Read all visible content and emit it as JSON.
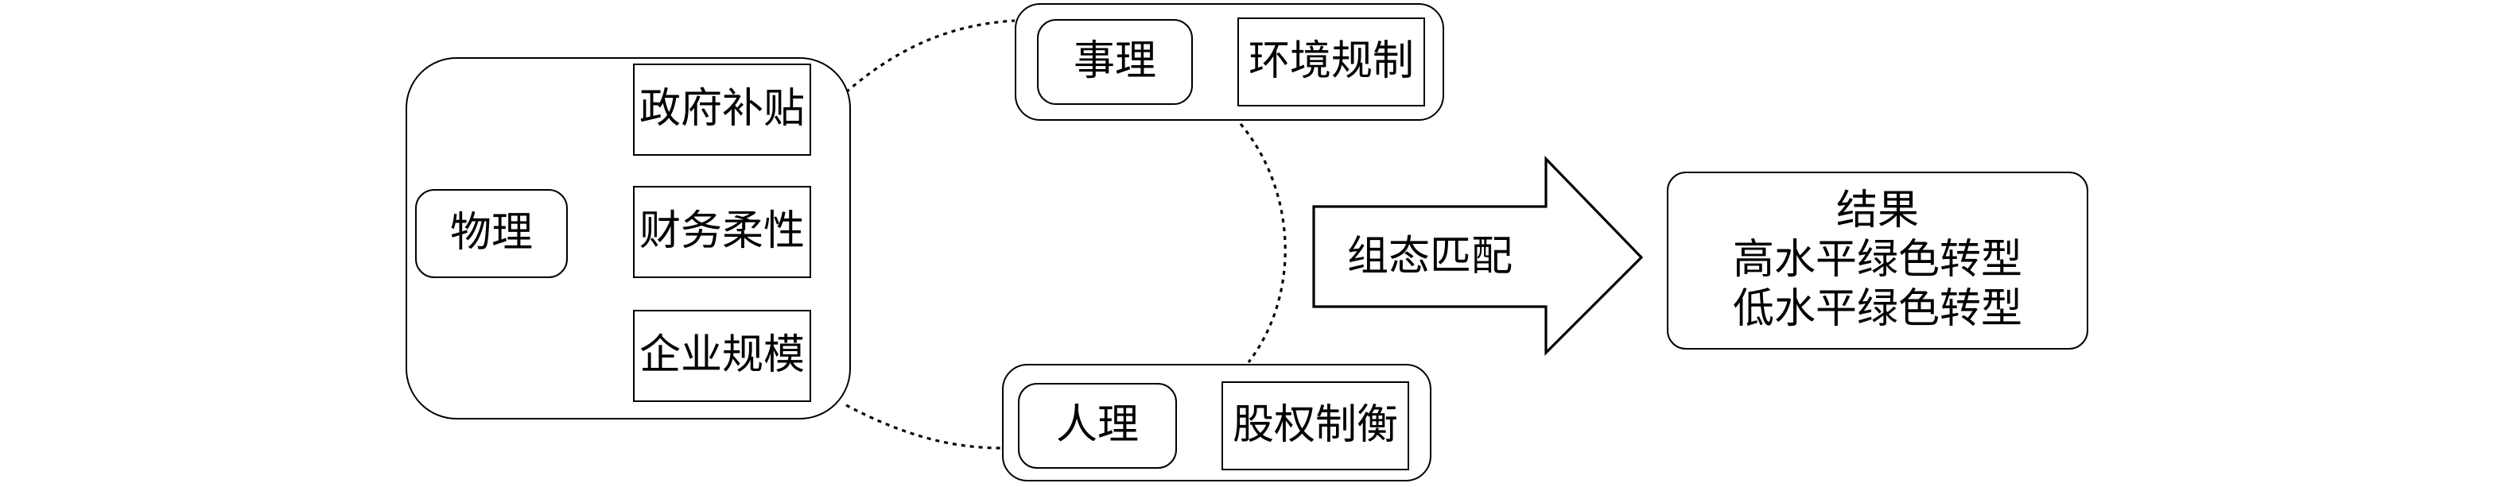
{
  "physical": {
    "label": "物理",
    "factors": [
      "政府补贴",
      "财务柔性",
      "企业规模"
    ]
  },
  "affair": {
    "label": "事理",
    "factor": "环境规制"
  },
  "human": {
    "label": "人理",
    "factor": "股权制衡"
  },
  "arrow_label": "组态匹配",
  "result": {
    "title": "结果",
    "lines": [
      "高水平绿色转型",
      "低水平绿色转型"
    ]
  }
}
